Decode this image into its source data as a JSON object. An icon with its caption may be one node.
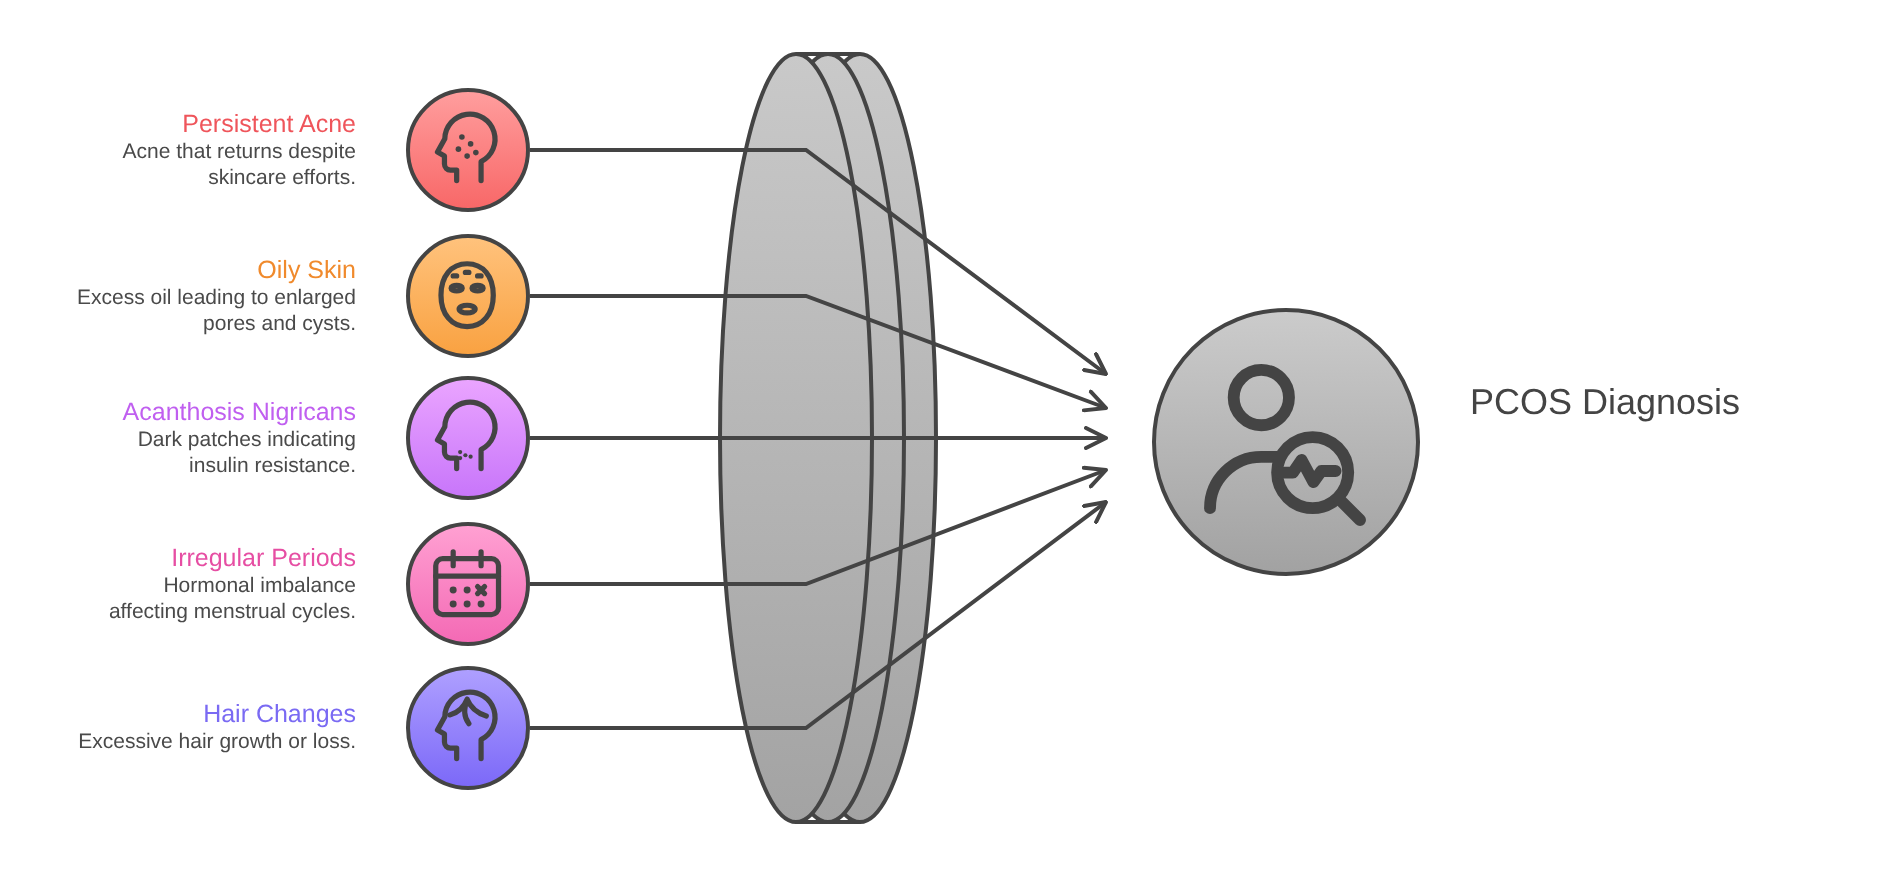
{
  "diagram": {
    "nodes": [
      {
        "text": [
          "Persistent Acne",
          "Acne that returns despite skincare efforts."
        ]
      },
      {
        "text": [
          "Oily Skin",
          "Excess oil leading to enlarged pores and cysts."
        ]
      },
      {
        "text": [
          "Acanthosis Nigricans",
          "Dark patches indicating insulin resistance."
        ]
      },
      {
        "text": [
          "Irregular Periods",
          "Hormonal imbalance affecting menstrual cycles."
        ]
      },
      {
        "text": [
          "Hair Changes",
          "Excessive hair growth or loss."
        ]
      },
      {
        "text": [
          "PCOS Diagnosis"
        ]
      }
    ],
    "edges": [
      {
        "from": 0,
        "to": 5,
        "arrow": "to"
      },
      {
        "from": 1,
        "to": 5,
        "arrow": "to"
      },
      {
        "from": 2,
        "to": 5,
        "arrow": "to"
      },
      {
        "from": 3,
        "to": 5,
        "arrow": "to"
      },
      {
        "from": 4,
        "to": 5,
        "arrow": "to"
      }
    ]
  }
}
